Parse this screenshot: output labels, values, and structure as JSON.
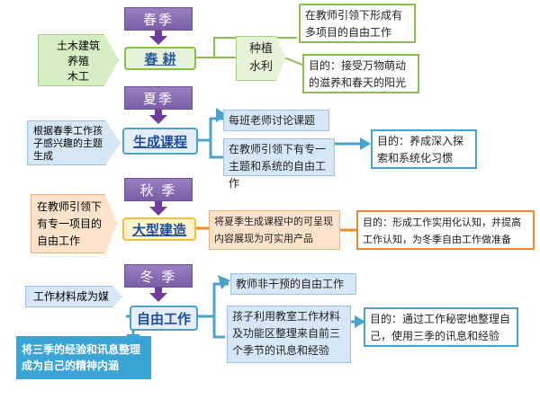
{
  "spring": {
    "season": "春季",
    "left": [
      "土木建筑",
      "养殖",
      "木工"
    ],
    "center": "春  耕",
    "mid": [
      "种植",
      "水利"
    ],
    "top_note": "在教师引领下形成有多项目的自由工作",
    "goal": "目的：接受万物萌动的滋养和春天的阳光"
  },
  "summer": {
    "season": "夏季",
    "left": "根据春季工作孩子感兴趣的主题生成",
    "center": "生成课程",
    "note_top": "每班老师讨论课题",
    "note_mid": "在教师引领下有专一主题和系统的自由工作",
    "goal": "目的：养成深入探索和系统化习惯"
  },
  "autumn": {
    "season": "秋 季",
    "left": "在教师引领下有专一项目的自由工作",
    "center": "大型建造",
    "note": "将夏季生成课程中的可呈现内容展现为可实用产品",
    "goal": "目的：形成工作实用化认知，并提高工作认知，为冬季自由工作做准备"
  },
  "winter": {
    "season": "冬 季",
    "left": "工作材料成为媒介",
    "center": "自由工作",
    "note_top": "教师非干预的自由工作",
    "note_mid": "孩子利用教室工作材料及功能区整理来自前三个季节的讯息和经验",
    "goal": "目的：通过工作秘密地整理自己，使用三季的讯息和经验",
    "bottom": "将三季的经验和讯息整理成为自己的精神内涵"
  },
  "colors": {
    "purple": "#7a5ea8",
    "green": "#8cbf4a",
    "blue": "#4aa3c8",
    "orange": "#f08a2a"
  }
}
